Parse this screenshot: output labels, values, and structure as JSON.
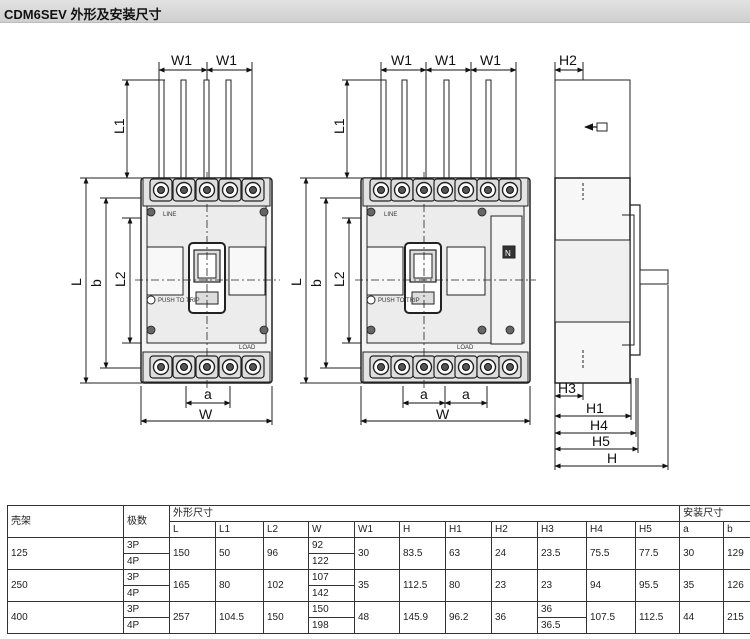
{
  "title": "CDM6SEV 外形及安装尺寸",
  "labels": {
    "W1": "W1",
    "H2": "H2",
    "L1": "L1",
    "L": "L",
    "b": "b",
    "L2": "L2",
    "a": "a",
    "W": "W",
    "H3": "H3",
    "H1": "H1",
    "H4": "H4",
    "H5": "H5",
    "H": "H",
    "line": "LINE",
    "load": "LOAD",
    "push_to_trip": "PUSH TO TRIP",
    "n_marker": "N"
  },
  "table": {
    "frame_header": "壳架",
    "poles_header": "极数",
    "outline_header": "外形尺寸",
    "mount_header": "安装尺寸",
    "columns": [
      "L",
      "L1",
      "L2",
      "W",
      "W1",
      "H",
      "H1",
      "H2",
      "H3",
      "H4",
      "H5",
      "a",
      "b"
    ],
    "rows": [
      {
        "frame": "125",
        "poles": [
          "3P",
          "4P"
        ],
        "L": "150",
        "L1": "50",
        "L2": "96",
        "W": [
          "92",
          "122"
        ],
        "W1": "30",
        "H": "83.5",
        "H1": "63",
        "H2": "24",
        "H3": [
          "23.5"
        ],
        "H4": "75.5",
        "H5": "77.5",
        "a": "30",
        "b": "129"
      },
      {
        "frame": "250",
        "poles": [
          "3P",
          "4P"
        ],
        "L": "165",
        "L1": "80",
        "L2": "102",
        "W": [
          "107",
          "142"
        ],
        "W1": "35",
        "H": "112.5",
        "H1": "80",
        "H2": "23",
        "H3": [
          "23"
        ],
        "H4": "94",
        "H5": "95.5",
        "a": "35",
        "b": "126"
      },
      {
        "frame": "400",
        "poles": [
          "3P",
          "4P"
        ],
        "L": "257",
        "L1": "104.5",
        "L2": "150",
        "W": [
          "150",
          "198"
        ],
        "W1": "48",
        "H": "145.9",
        "H1": "96.2",
        "H2": "36",
        "H3": [
          "36",
          "36.5"
        ],
        "H4": "107.5",
        "H5": "112.5",
        "a": "44",
        "b": "215"
      }
    ]
  }
}
